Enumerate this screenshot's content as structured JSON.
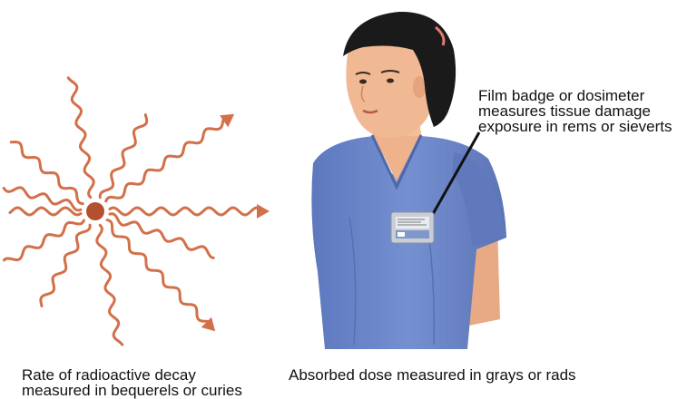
{
  "captions": {
    "decay_line1": "Rate of radioactive decay",
    "decay_line2": "measured in bequerels or curies",
    "dose": "Absorbed dose measured in grays or rads",
    "badge_line1": "Film badge or dosimeter",
    "badge_line2": "measures tissue damage",
    "badge_line3": "exposure in rems or sieverts"
  },
  "colors": {
    "radiation_wave": "#d2704a",
    "nucleus": "#b3502f",
    "scrubs": "#6b86c9",
    "skin": "#efb58f",
    "hair": "#1a1a1a",
    "badge": "#c9ced6"
  },
  "icons": {
    "source": "radioactive-nucleus-icon",
    "person": "healthcare-worker-illustration",
    "badge": "dosimeter-badge-icon"
  }
}
